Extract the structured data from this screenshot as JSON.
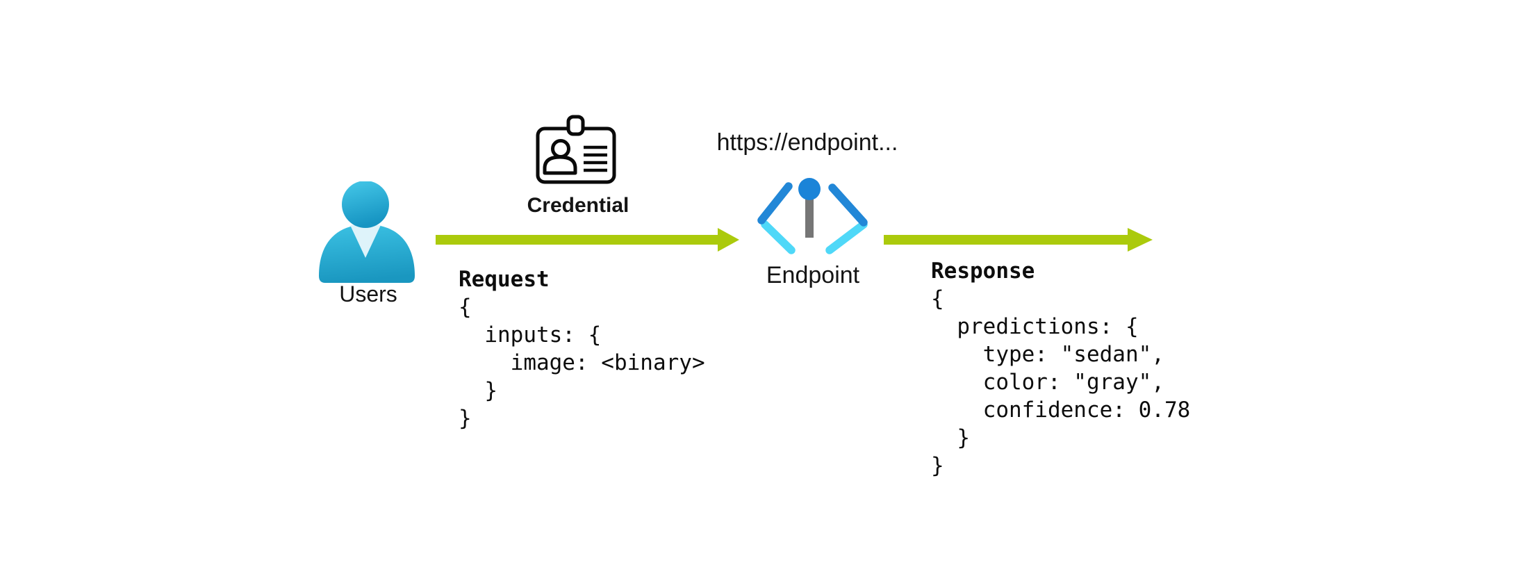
{
  "diagram": {
    "users": {
      "label": "Users"
    },
    "credential": {
      "label": "Credential"
    },
    "endpoint": {
      "url": "https://endpoint...",
      "label": "Endpoint"
    },
    "request": {
      "heading": "Request",
      "lines": [
        "{",
        "  inputs: {",
        "    image: <binary>",
        "  }",
        "}"
      ]
    },
    "response": {
      "heading": "Response",
      "lines": [
        "{",
        "  predictions: {",
        "    type: \"sedan\",",
        "    color: \"gray\",",
        "    confidence: 0.78",
        "  }",
        "}"
      ]
    },
    "icons": {
      "users": "person-icon",
      "credential": "id-badge-icon",
      "endpoint": "code-brackets-pin-icon",
      "request_flow": "arrow-right-icon",
      "response_flow": "arrow-right-icon"
    },
    "colors": {
      "arrow_green": "#abca0c",
      "person_blue_top": "#46c9e9",
      "person_blue_bottom": "#1694c2",
      "person_collar": "#def3fa",
      "chevron_blue": "#2287d7",
      "chevron_cyan": "#4fd8f8",
      "pin_blue": "#1b84d8",
      "pin_stem_gray": "#767676",
      "card_outline": "#0a0a0a",
      "text": "#111111"
    }
  }
}
